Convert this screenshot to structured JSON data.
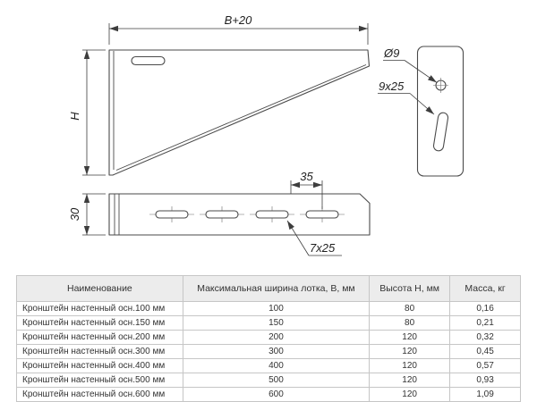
{
  "drawing": {
    "dim_width": "B+20",
    "dim_height": "H",
    "dim_base_height": "30",
    "dim_slot_spacing": "35",
    "dim_hole": "Ø9",
    "dim_end_slot": "9x25",
    "dim_base_slot": "7x25"
  },
  "colors": {
    "line": "#4a4a4a",
    "table_header_bg": "#ececec",
    "table_border": "#c6c6c6"
  },
  "table": {
    "headers": [
      "Наименование",
      "Максимальная ширина лотка, В, мм",
      "Высота H, мм",
      "Масса, кг"
    ],
    "rows": [
      [
        "Кронштейн настенный осн.100 мм",
        "100",
        "80",
        "0,16"
      ],
      [
        "Кронштейн настенный осн.150 мм",
        "150",
        "80",
        "0,21"
      ],
      [
        "Кронштейн настенный осн.200 мм",
        "200",
        "120",
        "0,32"
      ],
      [
        "Кронштейн настенный осн.300 мм",
        "300",
        "120",
        "0,45"
      ],
      [
        "Кронштейн настенный осн.400 мм",
        "400",
        "120",
        "0,57"
      ],
      [
        "Кронштейн настенный осн.500 мм",
        "500",
        "120",
        "0,93"
      ],
      [
        "Кронштейн настенный осн.600 мм",
        "600",
        "120",
        "1,09"
      ]
    ]
  }
}
